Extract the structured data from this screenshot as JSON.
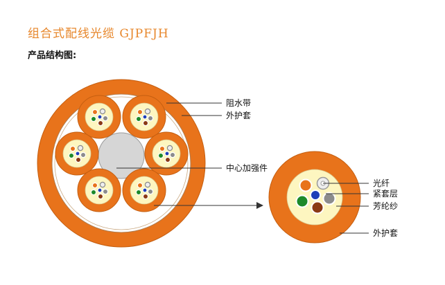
{
  "header": {
    "title": "组合式配线光缆 GJPFJH",
    "subtitle": "产品结构图:"
  },
  "labels": {
    "water_blocking_tape": "阻水带",
    "outer_sheath_main": "外护套",
    "central_strength_member": "中心加强件",
    "optical_fiber": "光纤",
    "tight_buffer": "紧套层",
    "aramid_yarn": "芳纶纱",
    "outer_sheath_sub": "外护套"
  },
  "colors": {
    "sheath": "#e8731b",
    "sheath_dark": "#c45e10",
    "aramid": "#fdf6c0",
    "gap": "#ffffff",
    "central": "#d6d6d6",
    "fiber_orange": "#e8731b",
    "fiber_white": "#eeeeee",
    "fiber_blue": "#1f3fb8",
    "fiber_green": "#1d8a2a",
    "fiber_brown": "#8b3a14",
    "fiber_gray": "#8c8c8c"
  }
}
